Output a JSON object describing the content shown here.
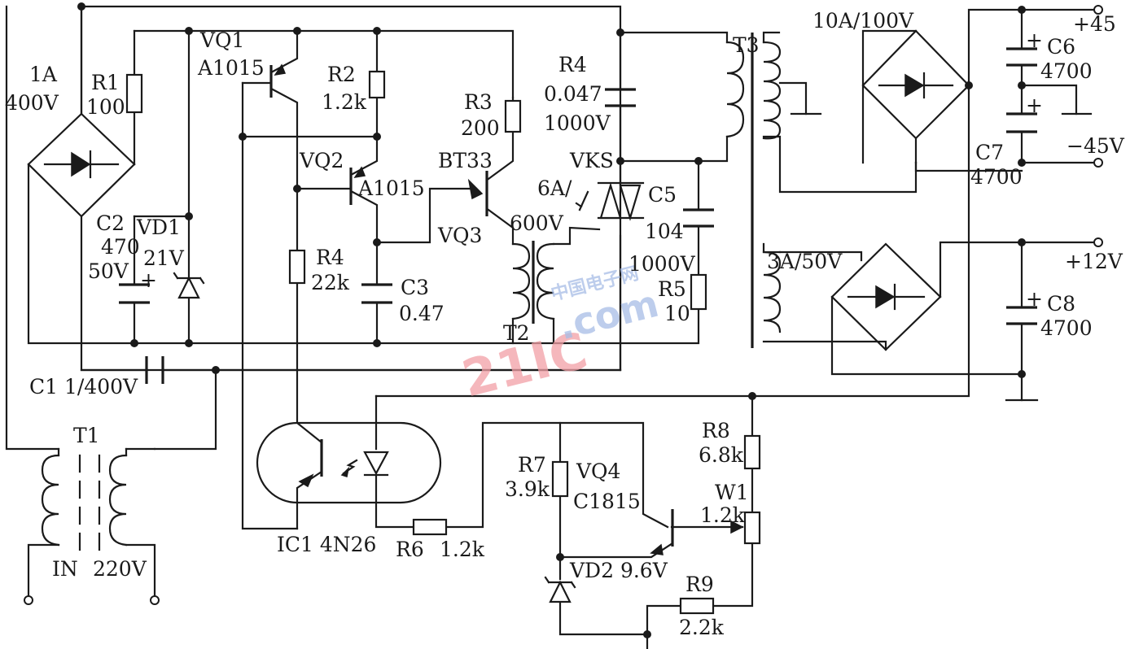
{
  "labels": {
    "bridge_in": [
      "1A",
      "400V"
    ],
    "r1": [
      "R1",
      "100"
    ],
    "vq1": [
      "VQ1",
      "A1015"
    ],
    "r2": [
      "R2",
      "1.2k"
    ],
    "r3": [
      "R3",
      "200"
    ],
    "r4_cap": [
      "R4",
      "0.047",
      "1000V"
    ],
    "vq2": [
      "VQ2",
      "A1015"
    ],
    "bt33": "BT33",
    "vq3": "VQ3",
    "vks": [
      "VKS",
      "6A/",
      "600V"
    ],
    "c5": [
      "C5",
      "104",
      "1000V"
    ],
    "r5": [
      "R5",
      "10"
    ],
    "c2": [
      "C2",
      "470",
      "50V"
    ],
    "vd1": [
      "VD1",
      "21V"
    ],
    "r4_res": [
      "R4",
      "22k"
    ],
    "c3": [
      "C3",
      "0.47"
    ],
    "t2": "T2",
    "c1": "C1  1/400V",
    "t1": "T1",
    "input": [
      "IN",
      "220V"
    ],
    "ic1": "IC1  4N26",
    "r6": [
      "R6",
      "1.2k"
    ],
    "r7": [
      "R7",
      "3.9k"
    ],
    "vq4": [
      "VQ4",
      "C1815"
    ],
    "vd2": "VD2  9.6V",
    "r8": [
      "R8",
      "6.8k"
    ],
    "w1": [
      "W1",
      "1.2k"
    ],
    "r9": [
      "R9",
      "2.2k"
    ],
    "t3": "T3",
    "bridge_main": "10A/100V",
    "bridge_aux": "3A/50V",
    "c6": [
      "C6",
      "4700"
    ],
    "c7": [
      "C7",
      "4700"
    ],
    "c8": [
      "C8",
      "4700"
    ],
    "out_pos45": "+45",
    "out_neg45": "−45V",
    "out_12": "+12V",
    "polarity_plus": "+"
  },
  "watermark": {
    "number": "21IC",
    "site": ".com",
    "chinese": "中国电子网"
  },
  "colors": {
    "ink": "#1a1a1a",
    "paper": "#ffffff",
    "watermark_red": "#f2a0a6",
    "watermark_blue": "#a7bde6"
  }
}
